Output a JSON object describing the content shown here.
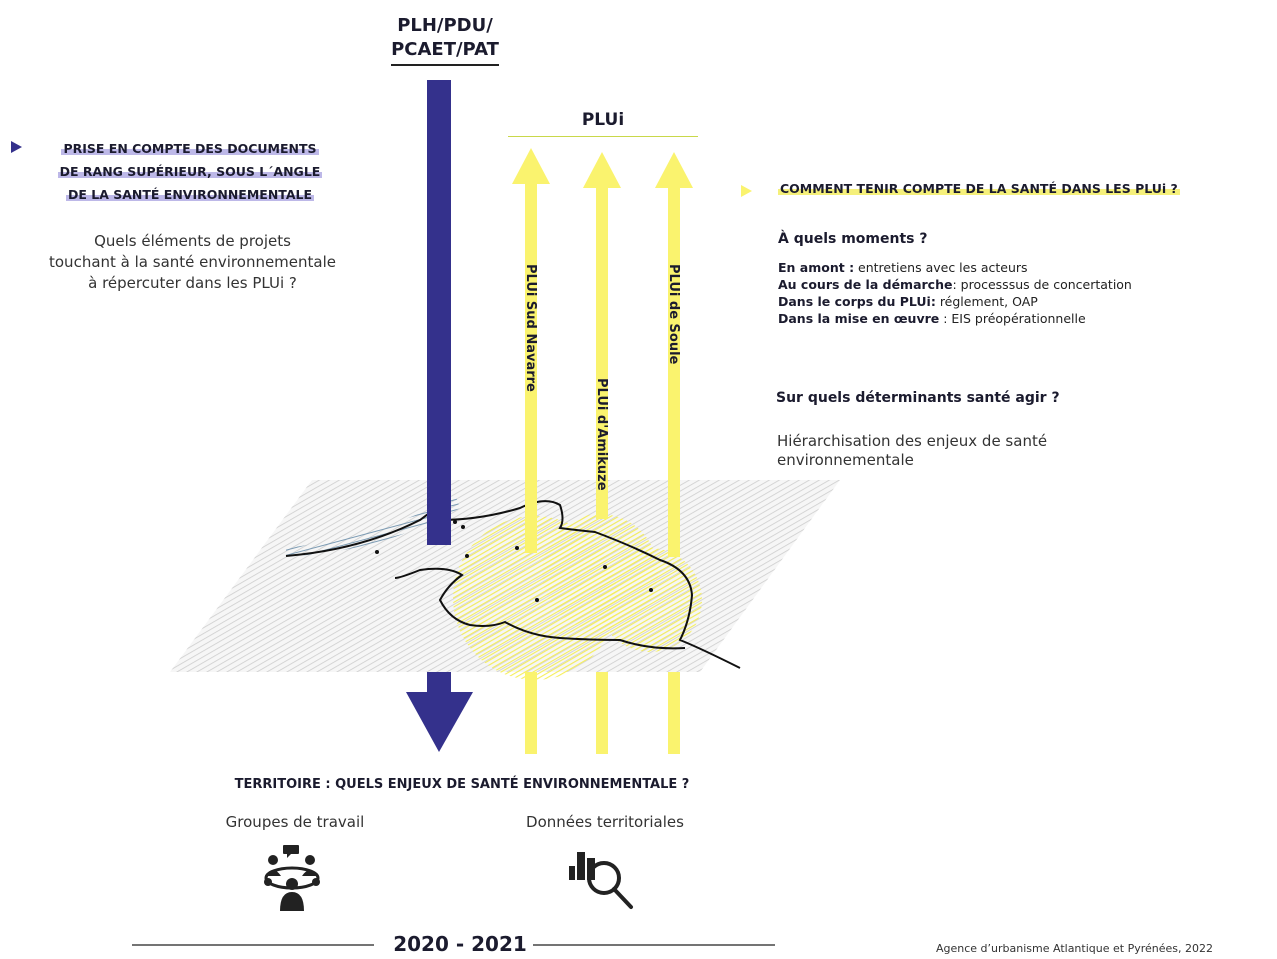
{
  "top_title": {
    "line1": "PLH/PDU/",
    "line2": "PCAET/PAT"
  },
  "plui_title": "PLUi",
  "left_block": {
    "heading_line1": "PRISE EN COMPTE DES DOCUMENTS",
    "heading_line2": "DE RANG SUPÉRIEUR, SOUS L´ANGLE",
    "heading_line3": "DE LA SANTÉ ENVIRONNEMENTALE",
    "question_line1": "Quels éléments de projets",
    "question_line2": "touchant à la santé environnementale",
    "question_line3": "à répercuter dans les PLUi ?"
  },
  "right_block": {
    "heading": "COMMENT TENIR COMPTE DE LA SANTÉ DANS LES PLUi ?",
    "moments_title": "À quels moments ?",
    "moments": [
      {
        "term": "En amont :",
        "text": " entretiens avec les acteurs"
      },
      {
        "term": "Au cours de la démarche",
        "text": ": processsus de concertation"
      },
      {
        "term": "Dans le corps du PLUi:",
        "text": " réglement, OAP"
      },
      {
        "term": "Dans la mise en œuvre",
        "text": " : EIS préopérationnelle"
      }
    ],
    "determinants_title": "Sur quels déterminants santé agir ?",
    "determinants_line1": "Hiérarchisation des enjeux de santé",
    "determinants_line2": "environnementale"
  },
  "arrows": {
    "plui_sud_navarre": "PLUi Sud Navarre",
    "plui_amikuze": "PLUi d'Amikuze",
    "plui_soule": "PLUi de Soule"
  },
  "bottom": {
    "territory_question": "TERRITOIRE : QUELS ENJEUX DE SANTÉ ENVIRONNEMENTALE ?",
    "groups": "Groupes de travail",
    "data": "Données territoriales",
    "year": "2020 - 2021",
    "credit": "Agence d’urbanisme Atlantique et Pyrénées, 2022"
  },
  "icons": [
    "meeting-group-icon",
    "data-analysis-icon"
  ],
  "colors": {
    "navy": "#34318c",
    "yellow": "#faf36e",
    "grey_hatch": "#c4c4c4",
    "blue_hatch": "#7b9bb5",
    "accent_line": "#c9d84a"
  }
}
